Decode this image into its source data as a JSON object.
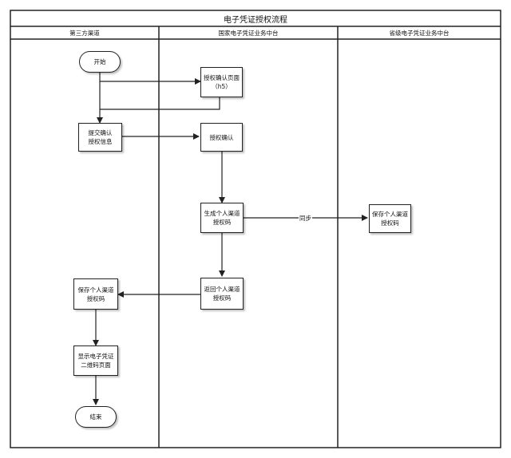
{
  "title": "电子凭证授权流程",
  "lanes": [
    {
      "label": "第三方渠道"
    },
    {
      "label": "国家电子凭证业务中台"
    },
    {
      "label": "省级电子凭证业务中台"
    }
  ],
  "nodes": {
    "start": "开始",
    "auth_page": "授权确认页面\n（h5）",
    "submit": "提交确认\n授权信息",
    "auth_confirm": "授权确认",
    "generate_code": "生成个人渠道\n授权码",
    "province_save": "保存个人渠道\n授权码",
    "return_code": "返回个人渠道\n授权码",
    "third_save": "保存个人渠道\n授权码",
    "show_qr": "显示电子凭证\n二维码页面",
    "end": "结束"
  },
  "edges": {
    "sync_label": "同步"
  }
}
